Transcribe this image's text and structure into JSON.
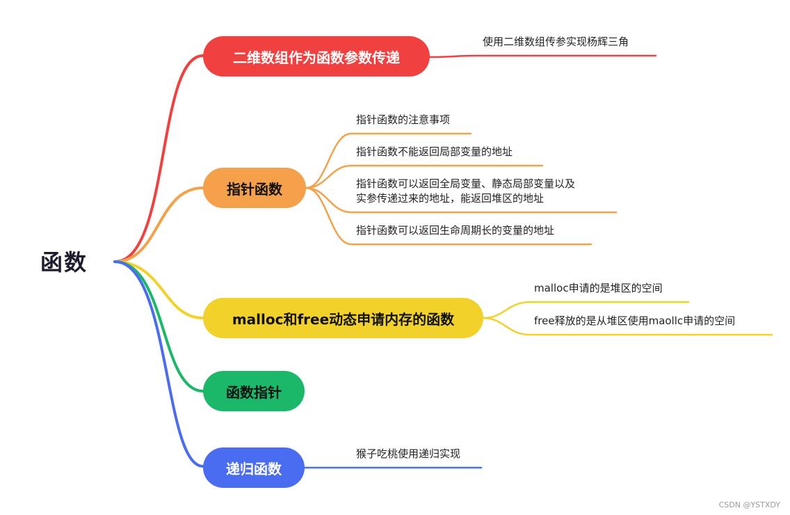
{
  "root": {
    "title": "函数"
  },
  "branches": [
    {
      "label": "二维数组作为函数参数传递",
      "color": "#f04040",
      "leaves": [
        "使用二维数组传参实现杨辉三角"
      ]
    },
    {
      "label": "指针函数",
      "color": "#f5a04a",
      "leaves": [
        "指针函数的注意事项",
        "指针函数不能返回局部变量的地址",
        "指针函数可以返回全局变量、静态局部变量以及",
        "实参传递过来的地址，能返回堆区的地址",
        "指针函数可以返回生命周期长的变量的地址"
      ]
    },
    {
      "label": "malloc和free动态申请内存的函数",
      "color": "#f2d22a",
      "leaves": [
        "malloc申请的是堆区的空间",
        "free释放的是从堆区使用maollc申请的空间"
      ]
    },
    {
      "label": "函数指针",
      "color": "#1cb86a",
      "leaves": []
    },
    {
      "label": "递归函数",
      "color": "#4a6cf0",
      "leaves": [
        "猴子吃桃使用递归实现"
      ]
    }
  ],
  "watermark": "CSDN @YSTXDY"
}
